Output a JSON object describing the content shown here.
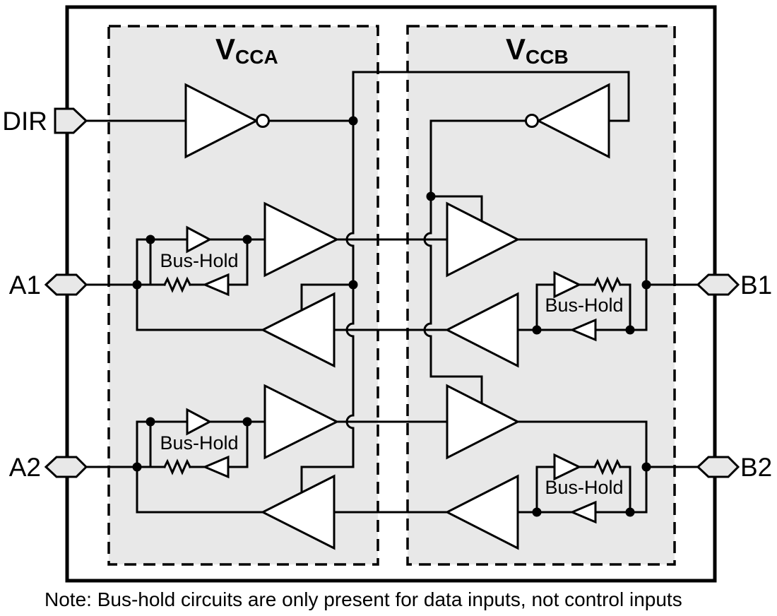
{
  "diagram": {
    "regions": {
      "vcca": {
        "label_main": "V",
        "label_sub": "CCA"
      },
      "vccb": {
        "label_main": "V",
        "label_sub": "CCB"
      }
    },
    "pins": {
      "dir": "DIR",
      "a1": "A1",
      "a2": "A2",
      "b1": "B1",
      "b2": "B2"
    },
    "bus_hold": {
      "label": "Bus-Hold"
    },
    "note": "Note: Bus-hold circuits are only present for data inputs, not control inputs",
    "colors": {
      "line": "#000000",
      "region_fill": "#e8e8e8",
      "background": "#ffffff"
    }
  }
}
